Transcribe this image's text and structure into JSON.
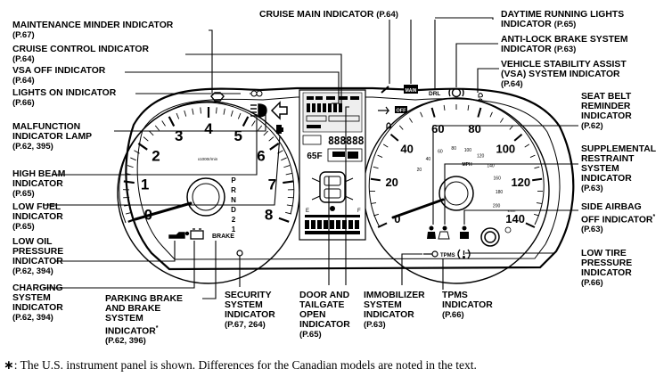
{
  "labels": {
    "maintenance": {
      "name": "MAINTENANCE MINDER INDICATOR",
      "ref": "(P.67)"
    },
    "cruise_control": {
      "name": "CRUISE CONTROL INDICATOR",
      "ref": "(P.64)"
    },
    "vsa_off": {
      "name": "VSA OFF INDICATOR",
      "ref": "(P.64)"
    },
    "lights_on": {
      "name": "LIGHTS ON INDICATOR",
      "ref": "(P.66)"
    },
    "malfunction": {
      "line1": "MALFUNCTION",
      "line2": "INDICATOR LAMP",
      "ref": "(P.62, 395)"
    },
    "high_beam": {
      "line1": "HIGH BEAM",
      "line2": "INDICATOR",
      "ref": "(P.65)"
    },
    "low_fuel": {
      "line1": "LOW FUEL",
      "line2": "INDICATOR",
      "ref": "(P.65)"
    },
    "low_oil": {
      "line1": "LOW OIL",
      "line2": "PRESSURE",
      "line3": "INDICATOR",
      "ref": "(P.62, 394)"
    },
    "charging": {
      "line1": "CHARGING",
      "line2": "SYSTEM",
      "line3": "INDICATOR",
      "ref": "(P.62, 394)"
    },
    "parking_brake": {
      "line1": "PARKING BRAKE",
      "line2": "AND BRAKE",
      "line3": "SYSTEM",
      "line4": "INDICATOR",
      "star": "*",
      "ref": "(P.62, 396)"
    },
    "security": {
      "line1": "SECURITY",
      "line2": "SYSTEM",
      "line3": "INDICATOR",
      "ref": "(P.67, 264)"
    },
    "door": {
      "line1": "DOOR AND",
      "line2": "TAILGATE",
      "line3": "OPEN",
      "line4": "INDICATOR",
      "ref": "(P.65)"
    },
    "immobilizer": {
      "line1": "IMMOBILIZER",
      "line2": "SYSTEM",
      "line3": "INDICATOR",
      "ref": "(P.63)"
    },
    "tpms": {
      "line1": "TPMS",
      "line2": "INDICATOR",
      "ref": "(P.66)"
    },
    "cruise_main": {
      "name": "CRUISE MAIN INDICATOR",
      "ref": "(P.64)"
    },
    "drl": {
      "line1": "DAYTIME RUNNING LIGHTS",
      "line2": "INDICATOR",
      "ref": "(P.65)"
    },
    "abs": {
      "line1": "ANTI-LOCK BRAKE SYSTEM",
      "line2": "INDICATOR",
      "ref": "(P.63)"
    },
    "vsa": {
      "line1": "VEHICLE STABILITY ASSIST",
      "line2": "(VSA) SYSTEM INDICATOR",
      "ref": "(P.64)"
    },
    "seat_belt": {
      "line1": "SEAT BELT",
      "line2": "REMINDER",
      "line3": "INDICATOR",
      "ref": "(P.62)"
    },
    "srs": {
      "line1": "SUPPLEMENTAL",
      "line2": "RESTRAINT",
      "line3": "SYSTEM",
      "line4": "INDICATOR",
      "ref": "(P.63)"
    },
    "side_airbag": {
      "line1": "SIDE AIRBAG",
      "line2": "OFF INDICATOR",
      "star": "*",
      "ref": "(P.63)"
    },
    "low_tire": {
      "line1": "LOW TIRE",
      "line2": "PRESSURE",
      "line3": "INDICATOR",
      "ref": "(P.66)"
    }
  },
  "tachometer": {
    "ticks": [
      "0",
      "1",
      "2",
      "3",
      "4",
      "5",
      "6",
      "7",
      "8"
    ],
    "unit": "x1000r/min"
  },
  "speedometer": {
    "ticks": [
      "0",
      "20",
      "40",
      "60",
      "80",
      "100",
      "120",
      "140"
    ],
    "inner_ticks": [
      "20",
      "40",
      "60",
      "80",
      "100",
      "120",
      "140",
      "160",
      "180",
      "200"
    ],
    "unit_mph": "MPH",
    "unit_kmh": "km/h"
  },
  "gear_letters": [
    "P",
    "R",
    "N",
    "D",
    "2",
    "1"
  ],
  "center_display": {
    "temperature": "65F",
    "odometer": "888888",
    "letter_e": "E",
    "letter_f": "F"
  },
  "icon_texts": {
    "drl": "DRL",
    "brake": "BRAKE",
    "tpms": "TPMS",
    "vsa_off": "OFF",
    "cruise_main": "MAIN"
  },
  "footnote": {
    "star": "∗",
    "text": ": The U.S. instrument panel is shown. Differences for the Canadian models are noted in the text."
  }
}
